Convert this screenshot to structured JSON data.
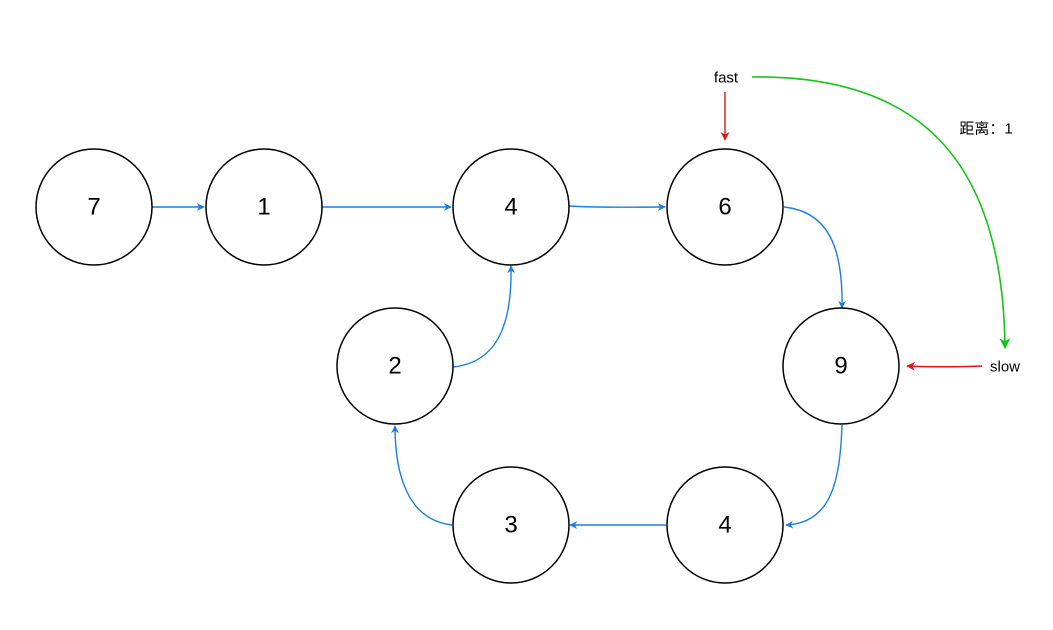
{
  "colors": {
    "link_arrow": "#1a7fe0",
    "pointer_arrow": "#e0151a",
    "distance_arrow": "#16c416",
    "node_stroke": "#000000",
    "background": "#ffffff"
  },
  "nodes": [
    {
      "id": "n7",
      "value": "7"
    },
    {
      "id": "n1",
      "value": "1"
    },
    {
      "id": "n4a",
      "value": "4"
    },
    {
      "id": "n6",
      "value": "6"
    },
    {
      "id": "n9",
      "value": "9"
    },
    {
      "id": "n4b",
      "value": "4"
    },
    {
      "id": "n3",
      "value": "3"
    },
    {
      "id": "n2",
      "value": "2"
    }
  ],
  "edges": [
    {
      "from": "n7",
      "to": "n1"
    },
    {
      "from": "n1",
      "to": "n4a"
    },
    {
      "from": "n4a",
      "to": "n6"
    },
    {
      "from": "n6",
      "to": "n9"
    },
    {
      "from": "n9",
      "to": "n4b"
    },
    {
      "from": "n4b",
      "to": "n3"
    },
    {
      "from": "n3",
      "to": "n2"
    },
    {
      "from": "n2",
      "to": "n4a"
    }
  ],
  "pointers": {
    "fast": {
      "label": "fast",
      "target": "n6"
    },
    "slow": {
      "label": "slow",
      "target": "n9"
    }
  },
  "distance_label": "距离：1"
}
